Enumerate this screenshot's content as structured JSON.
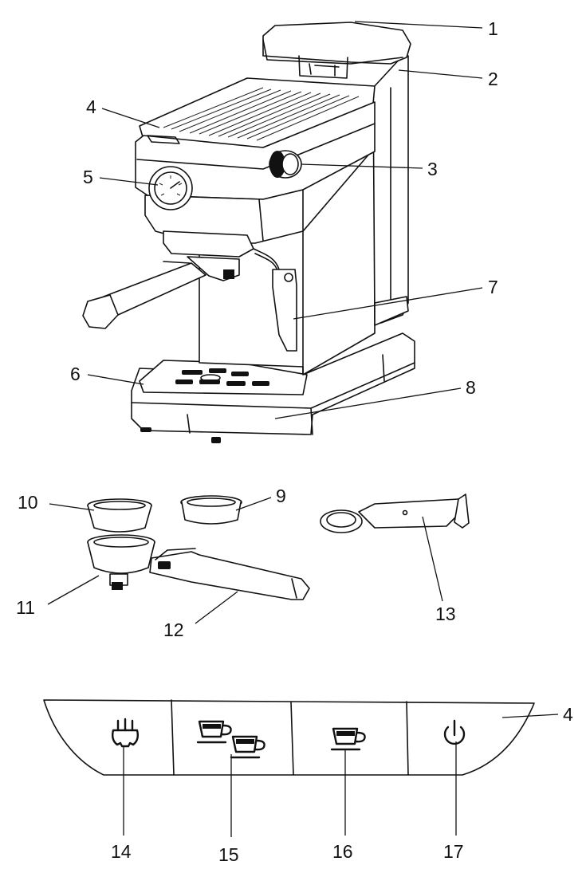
{
  "callouts": {
    "c1": "1",
    "c2": "2",
    "c3": "3",
    "c4": "4",
    "c5": "5",
    "c6": "6",
    "c7": "7",
    "c8": "8",
    "c9": "9",
    "c10": "10",
    "c11": "11",
    "c12": "12",
    "c13": "13",
    "c14": "14",
    "c15": "15",
    "c16": "16",
    "c17": "17",
    "c4b": "4"
  },
  "icons": {
    "steam": "steam-icon",
    "double_cup": "double-espresso-icon",
    "single_cup": "single-espresso-icon",
    "power": "power-icon"
  }
}
